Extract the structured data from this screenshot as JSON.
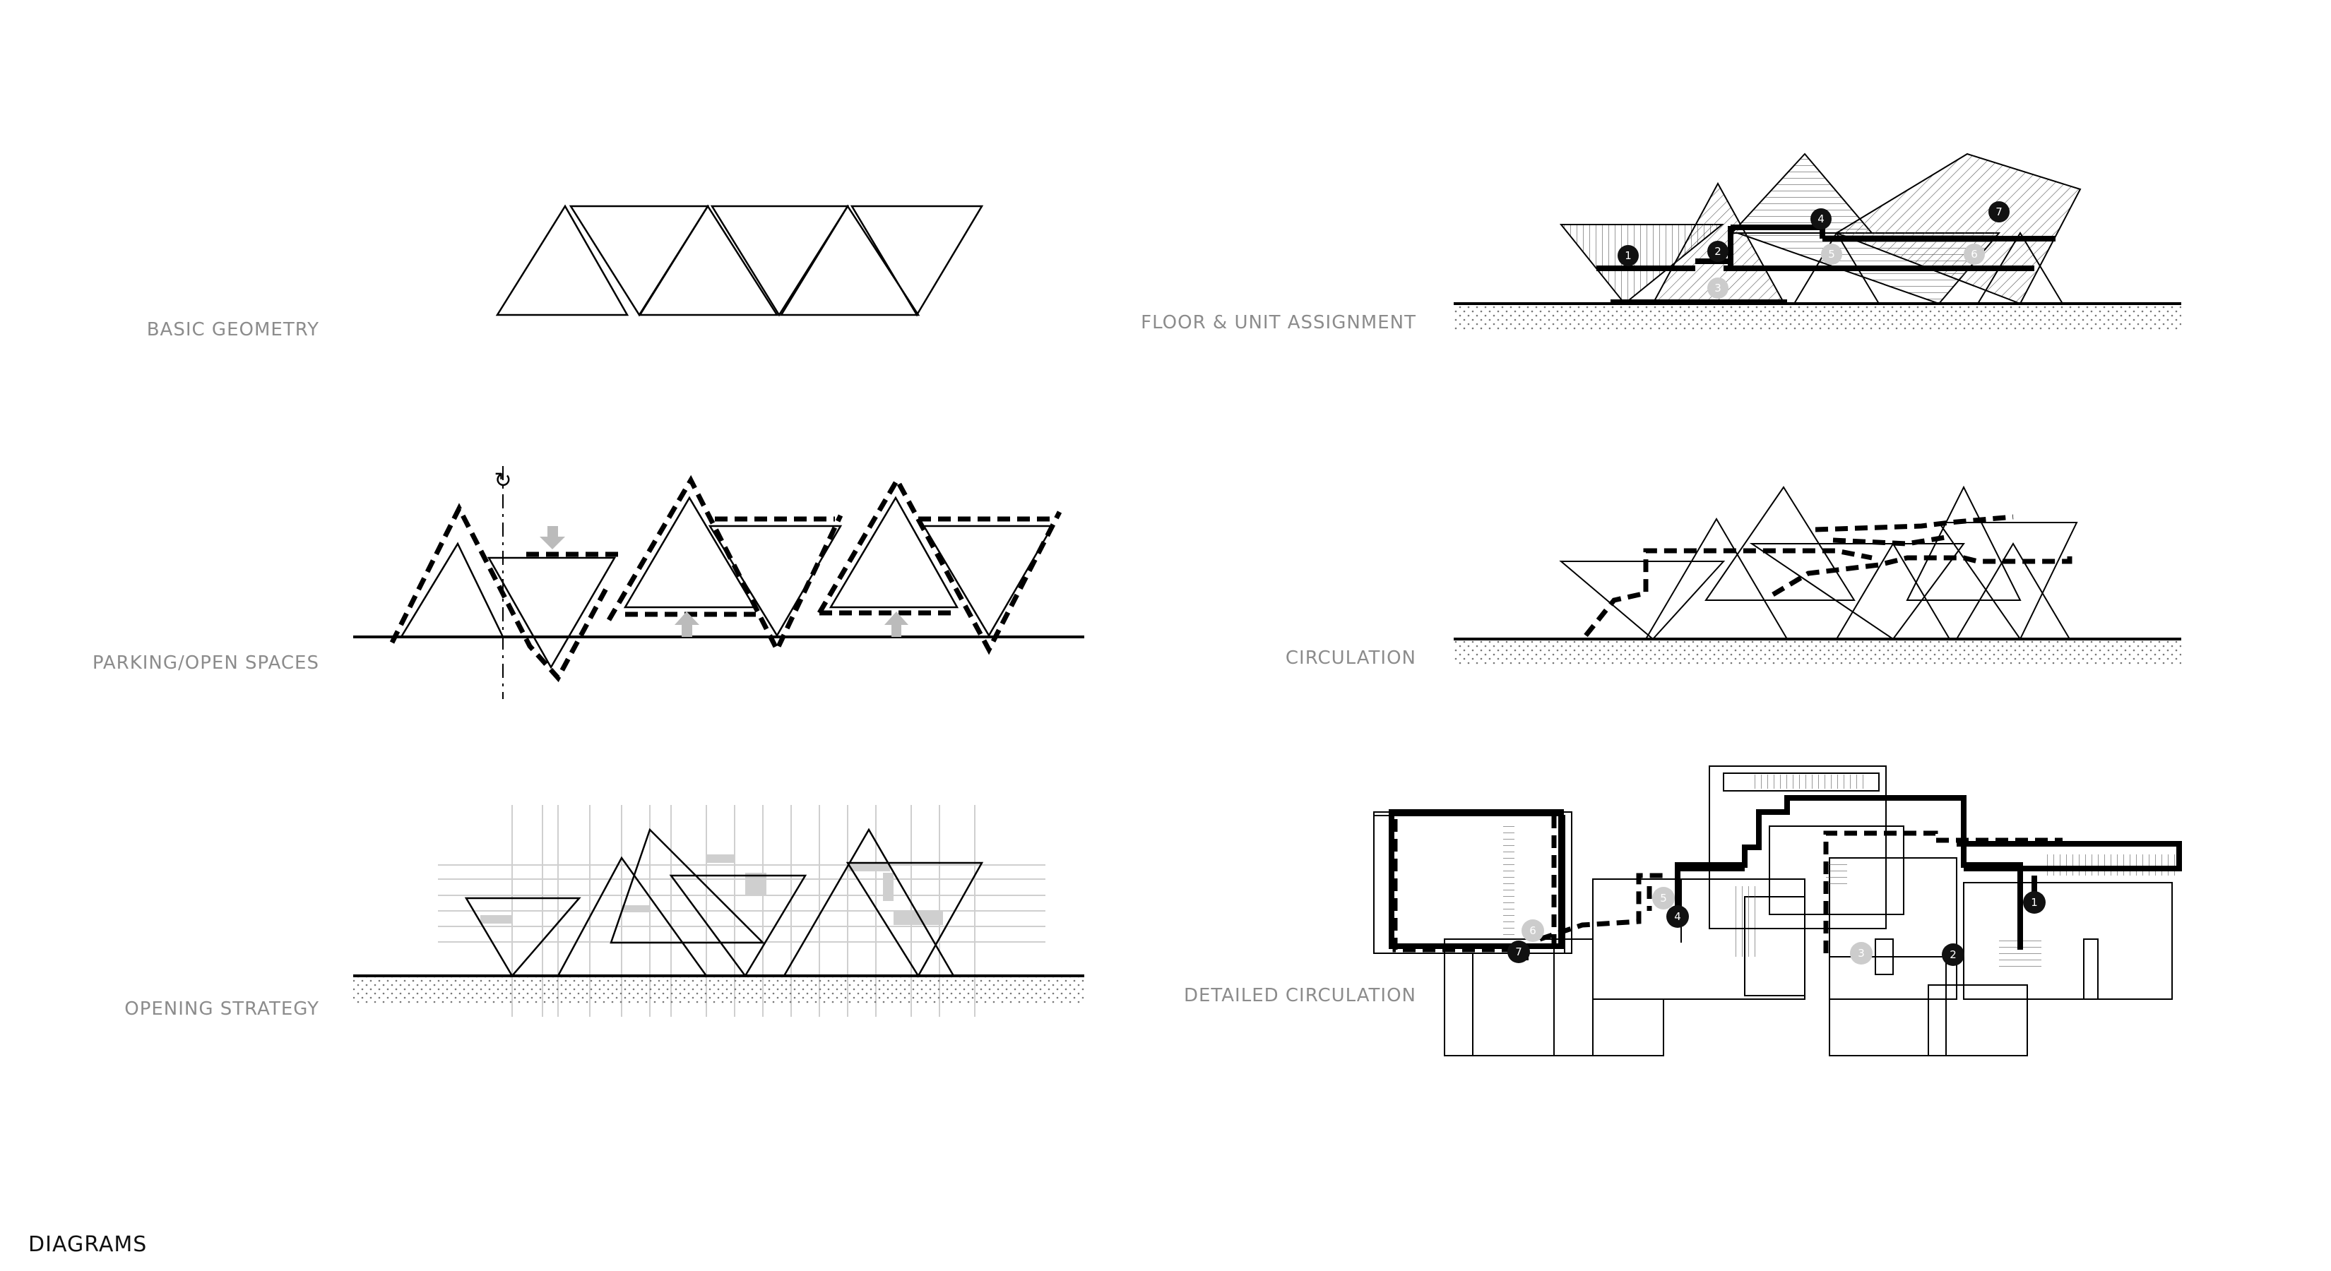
{
  "labels": {
    "basic_geometry": "BASIC GEOMETRY",
    "parking": "PARKING/OPEN SPACES",
    "opening": "OPENING STRATEGY",
    "floor_unit": "FLOOR & UNIT ASSIGNMENT",
    "circulation": "CIRCULATION",
    "detailed_circulation": "DETAILED CIRCULATION"
  },
  "page_title": "DIAGRAMS",
  "unit_markers": {
    "floor_unit": [
      "1",
      "2",
      "3",
      "4",
      "5",
      "6",
      "7"
    ],
    "detailed_circulation": [
      "1",
      "2",
      "3",
      "4",
      "5",
      "6",
      "7"
    ]
  },
  "colors": {
    "line": "#000000",
    "label_gray": "#8c8c8c",
    "fill_gray": "#cfcfcf",
    "marker_dark": "#111111",
    "marker_light": "#cccccc"
  }
}
